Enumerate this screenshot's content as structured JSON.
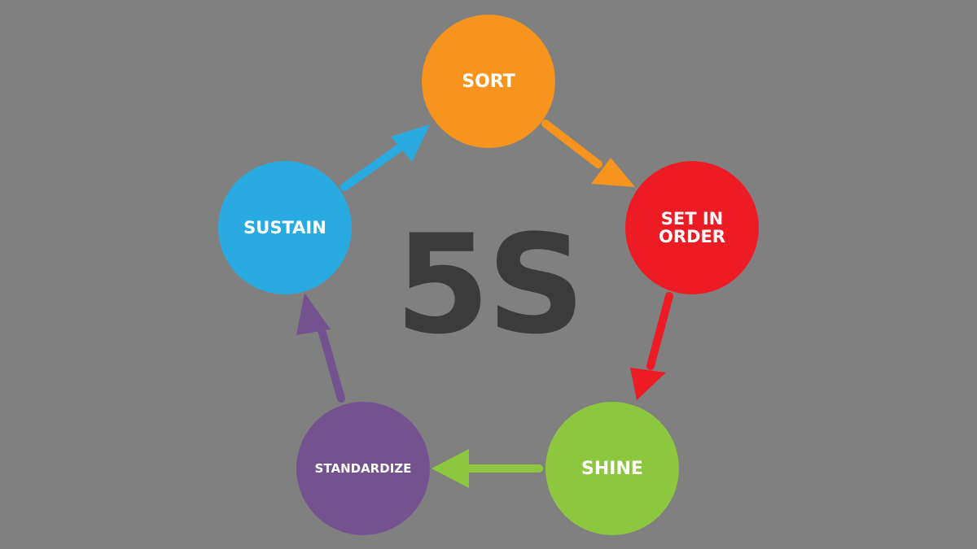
{
  "diagram": {
    "title": "5S",
    "steps": [
      {
        "label": "SORT",
        "color": "#f7941d"
      },
      {
        "label": "SET IN ORDER",
        "color": "#ed1c24"
      },
      {
        "label": "SHINE",
        "color": "#8dc63f"
      },
      {
        "label": "STANDARDIZE",
        "color": "#73528f"
      },
      {
        "label": "SUSTAIN",
        "color": "#29abe2"
      }
    ],
    "background": "#808080",
    "title_color": "#3b3b3b"
  }
}
